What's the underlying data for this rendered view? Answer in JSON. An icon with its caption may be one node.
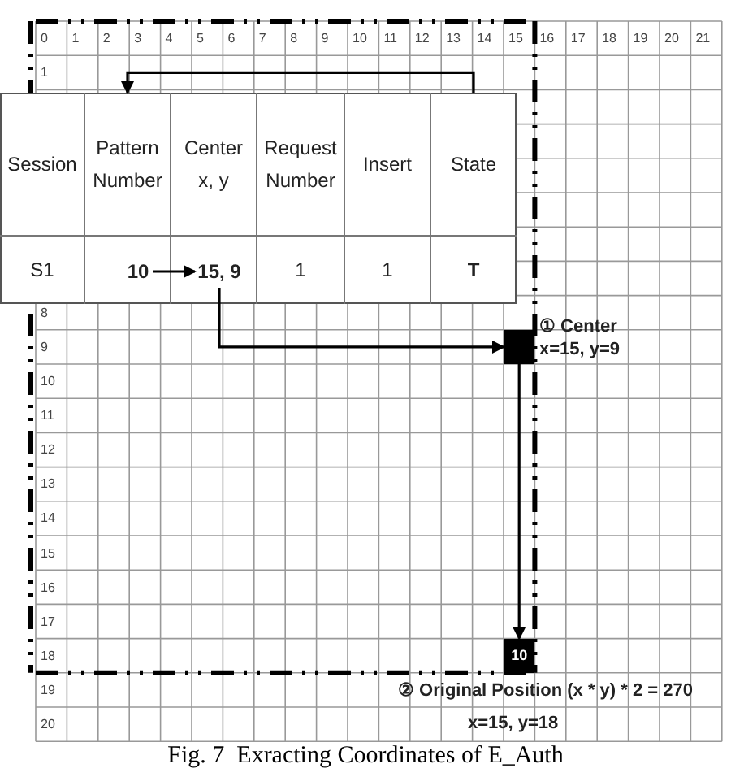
{
  "diagram": {
    "caption": "Fig. 7  Exracting Coordinates of E_Auth",
    "nodes": [
      {
        "text": [
          "Session"
        ]
      },
      {
        "text": [
          "Pattern Number"
        ]
      },
      {
        "text": [
          "Center x, y"
        ]
      },
      {
        "text": [
          "Request Number"
        ]
      },
      {
        "text": [
          "Insert"
        ]
      },
      {
        "text": [
          "State"
        ]
      },
      {
        "text": [
          "S1"
        ]
      },
      {
        "text": [
          "10"
        ]
      },
      {
        "text": [
          "15, 9"
        ]
      },
      {
        "text": [
          "1"
        ]
      },
      {
        "text": [
          "1"
        ]
      },
      {
        "text": [
          "T"
        ]
      },
      {
        "text": [],
        "shape": "box",
        "beside": [
          "① Center",
          "x=15, y=9"
        ]
      },
      {
        "text": [
          "10"
        ],
        "beside": [
          "② Original Position (x * y) * 2 = 270",
          "x=15, y=18"
        ]
      }
    ],
    "edges": [
      {
        "from": 5,
        "to": 1,
        "arrow": "to"
      },
      {
        "from": 7,
        "to": 8,
        "arrow": "to"
      },
      {
        "from": 8,
        "to": 12,
        "arrow": "to"
      },
      {
        "from": 12,
        "to": 13,
        "arrow": "to"
      }
    ],
    "labels": [
      "0",
      "1",
      "2",
      "3",
      "4",
      "5",
      "6",
      "7",
      "8",
      "9",
      "10",
      "11",
      "12",
      "13",
      "14",
      "15",
      "16",
      "17",
      "18",
      "19",
      "20",
      "21",
      "1",
      "8",
      "9",
      "10",
      "11",
      "12",
      "13",
      "14",
      "15",
      "16",
      "17",
      "18",
      "19",
      "20"
    ]
  }
}
